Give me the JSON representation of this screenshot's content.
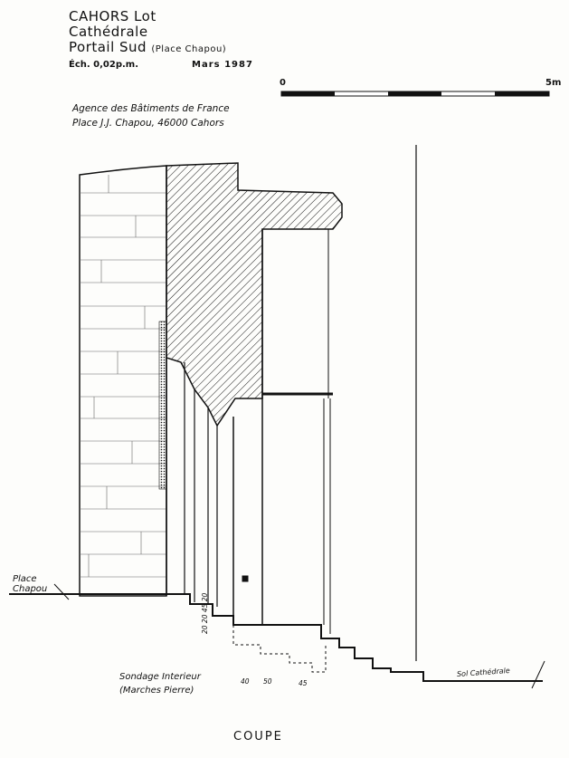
{
  "header": {
    "city": "CAHORS",
    "department": "Lot",
    "building": "Cathédrale",
    "portal": "Portail Sud",
    "place_note": "(Place Chapou)",
    "scale_text": "Éch. 0,02p.m.",
    "date": "Mars 1987"
  },
  "agency": {
    "line1": "Agence des Bâtiments de France",
    "line2": "Place J.J. Chapou, 46000 Cahors"
  },
  "scale_bar": {
    "start_label": "0",
    "end_label": "5m",
    "segments": 5
  },
  "annotations": {
    "place_line1": "Place",
    "place_line2": "Chapou",
    "sol": "Sol Cathédrale",
    "sondage_line1": "Sondage Interieur",
    "sondage_line2": "(Marches Pierre)",
    "dim_vertical": "20 20 45 20",
    "dim_40": "40",
    "dim_50": "50",
    "dim_45": "45"
  },
  "caption": "COUPE",
  "colors": {
    "ink": "#111111",
    "paper": "#fdfdfb"
  }
}
